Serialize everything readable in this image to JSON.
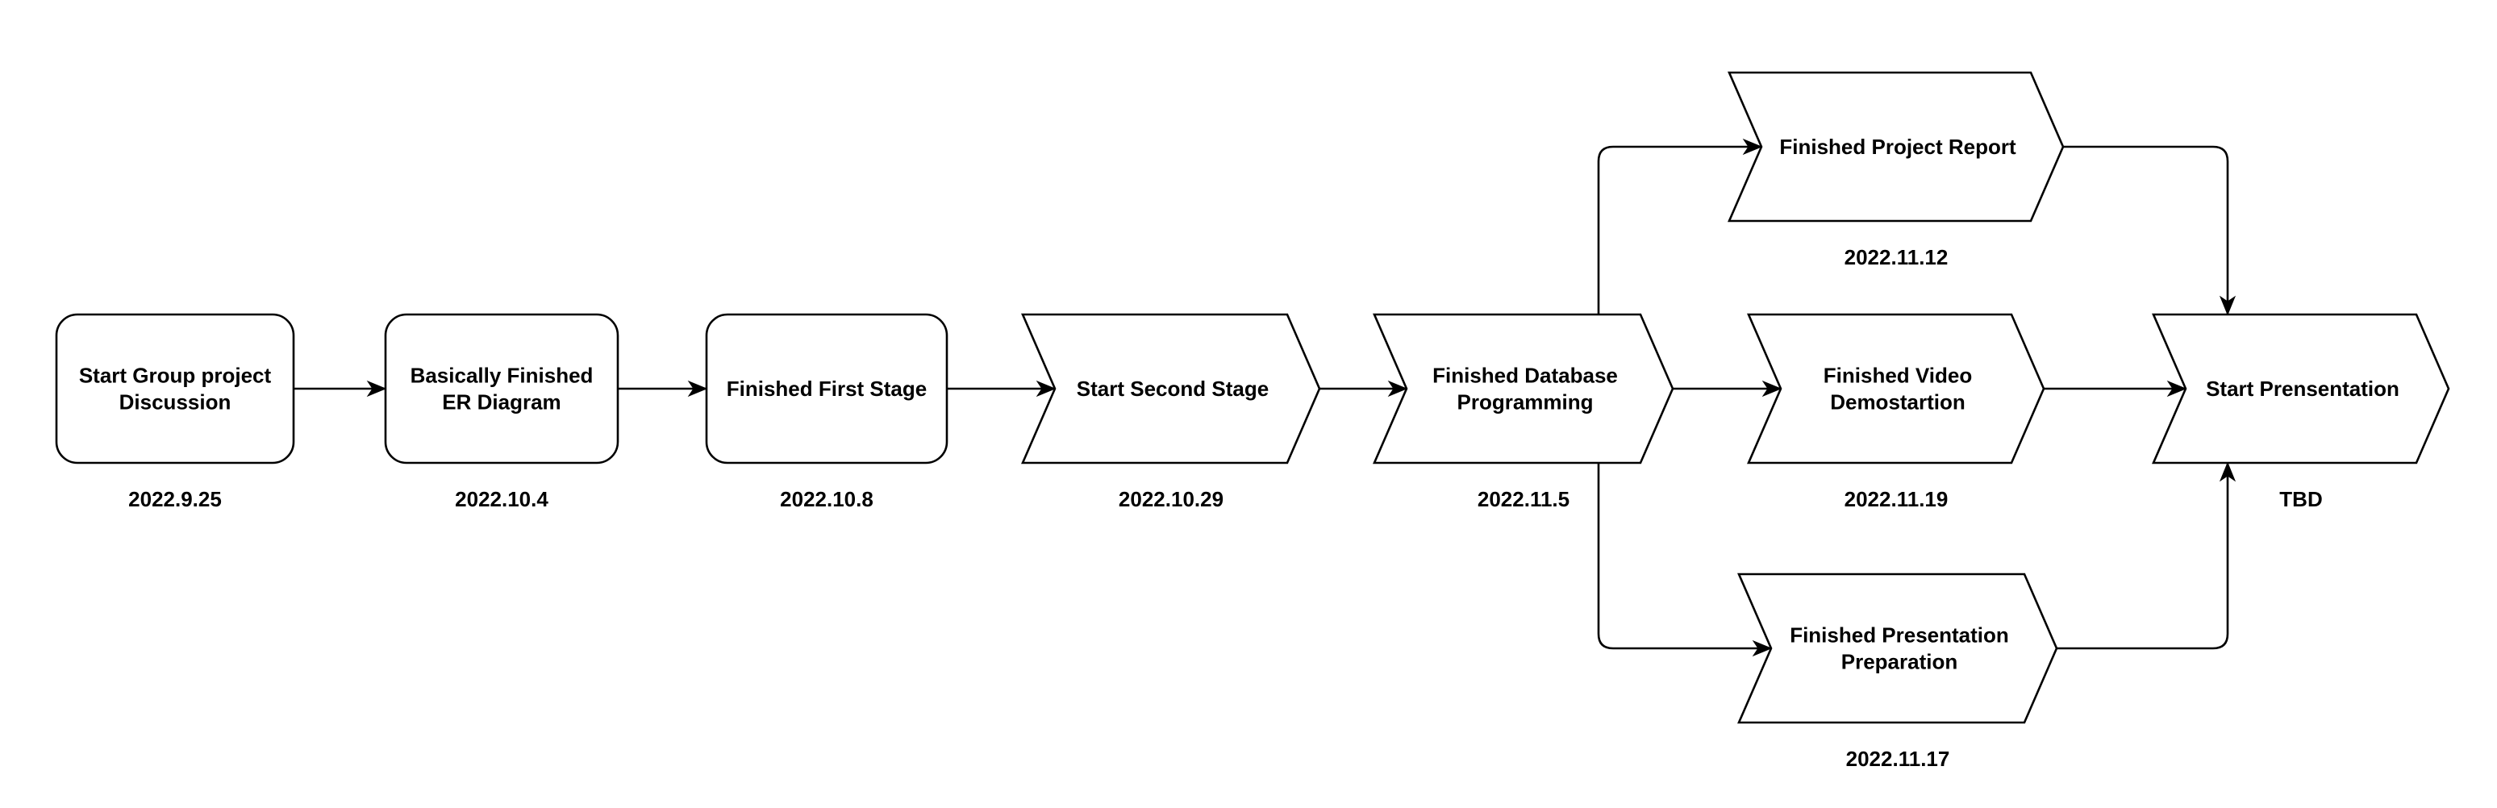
{
  "diagram": {
    "nodes": [
      {
        "id": "n1",
        "shape": "rounded-rect",
        "lines": [
          "Start Group project",
          "Discussion"
        ],
        "date": "2022.9.25"
      },
      {
        "id": "n2",
        "shape": "rounded-rect",
        "lines": [
          "Basically Finished",
          "ER Diagram"
        ],
        "date": "2022.10.4"
      },
      {
        "id": "n3",
        "shape": "rounded-rect",
        "lines": [
          "Finished First Stage"
        ],
        "date": "2022.10.8"
      },
      {
        "id": "n4",
        "shape": "chevron",
        "lines": [
          "Start Second Stage"
        ],
        "date": "2022.10.29"
      },
      {
        "id": "n5",
        "shape": "chevron",
        "lines": [
          "Finished Database",
          "Programming"
        ],
        "date": "2022.11.5"
      },
      {
        "id": "n6",
        "shape": "chevron",
        "lines": [
          "Finished Project Report"
        ],
        "date": "2022.11.12"
      },
      {
        "id": "n7",
        "shape": "chevron",
        "lines": [
          "Finished Video",
          "Demostartion"
        ],
        "date": "2022.11.19"
      },
      {
        "id": "n8",
        "shape": "chevron",
        "lines": [
          "Finished Presentation",
          "Preparation"
        ],
        "date": "2022.11.17"
      },
      {
        "id": "n9",
        "shape": "chevron",
        "lines": [
          "Start Prensentation"
        ],
        "date": "TBD"
      }
    ],
    "edges": [
      {
        "from": "n1",
        "to": "n2"
      },
      {
        "from": "n2",
        "to": "n3"
      },
      {
        "from": "n3",
        "to": "n4"
      },
      {
        "from": "n4",
        "to": "n5"
      },
      {
        "from": "n5",
        "to": "n6"
      },
      {
        "from": "n5",
        "to": "n7"
      },
      {
        "from": "n5",
        "to": "n8"
      },
      {
        "from": "n6",
        "to": "n9"
      },
      {
        "from": "n7",
        "to": "n9"
      },
      {
        "from": "n8",
        "to": "n9"
      }
    ]
  }
}
